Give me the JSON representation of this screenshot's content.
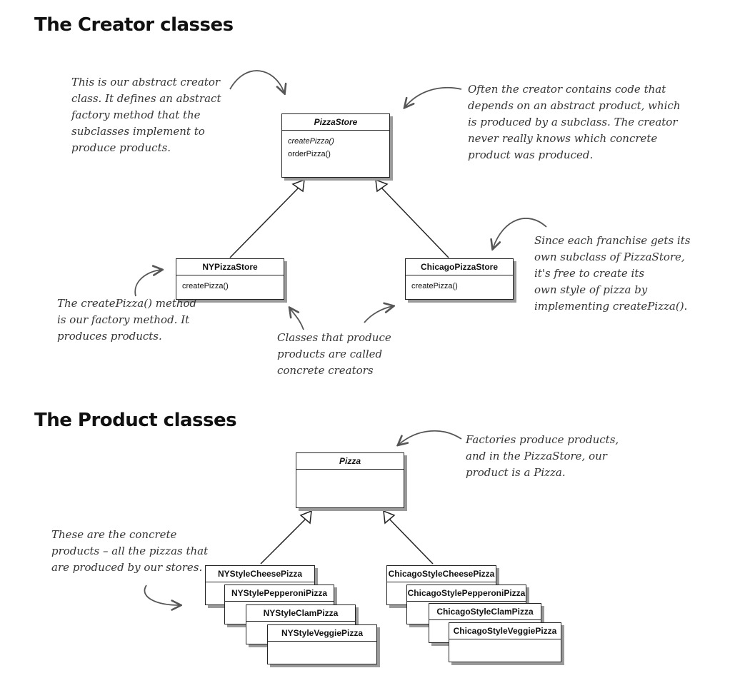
{
  "creator_section": {
    "heading": "The Creator classes",
    "abstract_class": {
      "name": "PizzaStore",
      "methods": [
        "createPizza()",
        "orderPizza()"
      ]
    },
    "ny_store": {
      "name": "NYPizzaStore",
      "methods": [
        "createPizza()"
      ]
    },
    "chicago_store": {
      "name": "ChicagoPizzaStore",
      "methods": [
        "createPizza()"
      ]
    },
    "notes": {
      "abstract_creator": [
        "This is our abstract creator",
        "class.  It defines an abstract",
        "factory method that the",
        "subclasses implement to",
        "produce products."
      ],
      "creator_code": [
        "Often the creator contains code that",
        "depends on an abstract product, which",
        "is produced by a subclass.  The creator",
        "never really knows which concrete",
        "product was produced."
      ],
      "franchise": [
        "Since each franchise gets its",
        "own subclass of PizzaStore,",
        "it's free to create its",
        "own style of pizza by",
        "implementing createPizza()."
      ],
      "factory_method": [
        "The createPizza() method",
        "is our factory method.  It",
        "produces products."
      ],
      "concrete_creators": [
        "Classes that produce",
        "products are called",
        "concrete creators"
      ]
    }
  },
  "product_section": {
    "heading": "The Product classes",
    "abstract_class": {
      "name": "Pizza"
    },
    "ny_products": [
      "NYStyleCheesePizza",
      "NYStylePepperoniPizza",
      "NYStyleClamPizza",
      "NYStyleVeggiePizza"
    ],
    "chicago_products": [
      "ChicagoStyleCheesePizza",
      "ChicagoStylePepperoniPizza",
      "ChicagoStyleClamPizza",
      "ChicagoStyleVeggiePizza"
    ],
    "notes": {
      "factories": [
        "Factories produce products,",
        "and in the PizzaStore, our",
        "product is a Pizza."
      ],
      "concrete_products": [
        "These are the concrete",
        "products – all the pizzas that",
        "are produced by our stores."
      ]
    }
  }
}
